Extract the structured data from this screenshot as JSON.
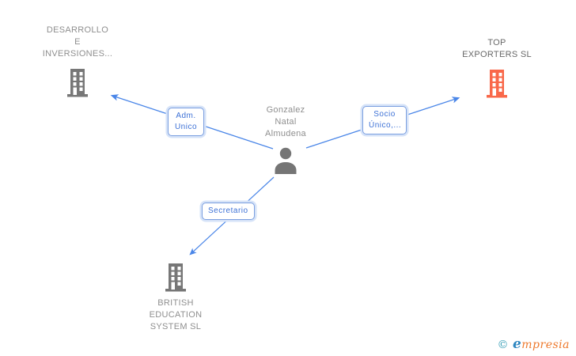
{
  "diagram": {
    "type": "corporate-relationship-graph",
    "nodes": {
      "company_top_left": {
        "label": "DESARROLLO\nE\nINVERSIONES...",
        "icon": "building-icon",
        "icon_color": "#777777"
      },
      "company_top_right": {
        "label": "TOP\nEXPORTERS SL",
        "icon": "building-icon",
        "icon_color": "#f9684a"
      },
      "person_center": {
        "label": "Gonzalez\nNatal\nAlmudena",
        "icon": "person-icon",
        "icon_color": "#757575"
      },
      "company_bottom": {
        "label": "BRITISH\nEDUCATION\nSYSTEM SL",
        "icon": "building-icon",
        "icon_color": "#777777"
      }
    },
    "edges": [
      {
        "label": "Adm.\nUnico",
        "from": "person_center",
        "to": "company_top_left"
      },
      {
        "label": "Socio\nÚnico,...",
        "from": "person_center",
        "to": "company_top_right"
      },
      {
        "label": "Secretario",
        "from": "person_center",
        "to": "company_bottom"
      }
    ]
  },
  "colors": {
    "edge_blue": "#4a86e8",
    "label_border_blue": "#7b9fe0",
    "label_text_blue": "#3d71d6",
    "gray_text": "#8f8f8f",
    "dark_gray_text": "#686868",
    "gray_icon": "#777777",
    "orange_icon": "#f9684a"
  },
  "watermark": {
    "copyright": "©",
    "brand_first_letter": "e",
    "brand_rest": "mpresia"
  }
}
